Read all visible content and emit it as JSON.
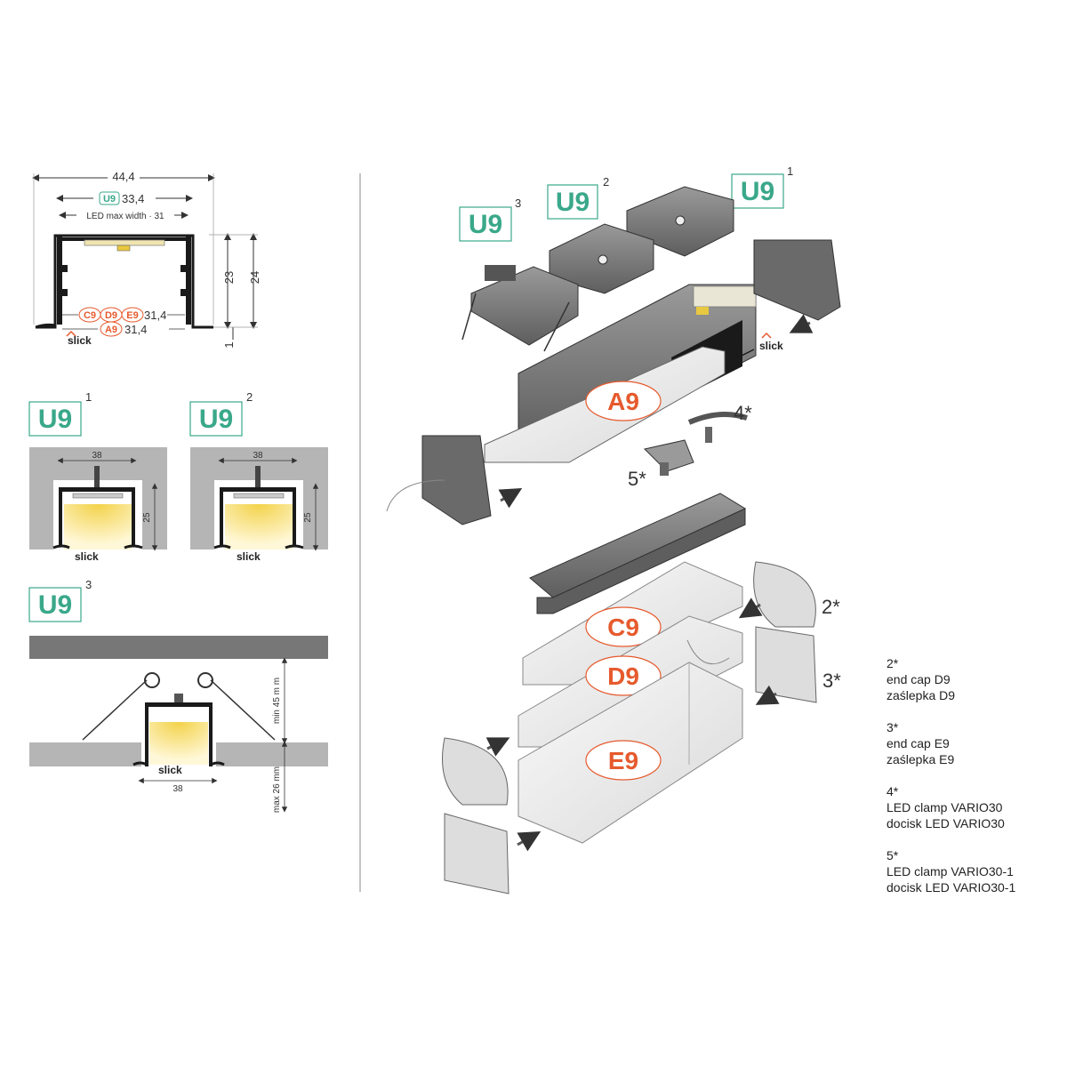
{
  "top_diagram": {
    "dim_width_outer": "44,4",
    "dim_width_inner_badge": "U9",
    "dim_width_inner": "33,4",
    "dim_led_max": "LED max width · 31",
    "dim_height_23": "23",
    "dim_height_24": "24",
    "dim_height_1": "1",
    "diffuser_badges": [
      "C9",
      "D9",
      "E9"
    ],
    "diffuser_width": "31,4",
    "a9_badge": "A9",
    "a9_width": "31,4",
    "slick_label": "slick"
  },
  "variant1": {
    "badge": "U9",
    "sup": "1",
    "width": "38",
    "height": "25",
    "slick": "slick"
  },
  "variant2": {
    "badge": "U9",
    "sup": "2",
    "width": "38",
    "height": "25",
    "slick": "slick"
  },
  "variant3": {
    "badge": "U9",
    "sup": "3",
    "width": "38",
    "depth_min": "min 45 m m",
    "depth_max": "max 26 mm",
    "slick": "slick"
  },
  "exploded": {
    "cap3_badge": "U9",
    "cap3_sup": "3",
    "cap2_badge": "U9",
    "cap2_sup": "2",
    "cap1_badge": "U9",
    "cap1_sup": "1",
    "a9": "A9",
    "c9": "C9",
    "d9": "D9",
    "e9": "E9",
    "part4": "4*",
    "part5": "5*",
    "part2": "2*",
    "part3": "3*",
    "slick": "slick"
  },
  "notes": [
    {
      "num": "2*",
      "en": "end cap D9",
      "pl": "zaślepka D9"
    },
    {
      "num": "3*",
      "en": "end cap E9",
      "pl": "zaślepka E9"
    },
    {
      "num": "4*",
      "en": "LED clamp VARIO30",
      "pl": "docisk LED VARIO30"
    },
    {
      "num": "5*",
      "en": "LED clamp VARIO30-1",
      "pl": "docisk LED VARIO30-1"
    }
  ],
  "colors": {
    "green": "#3aa88a",
    "orange": "#e65a2d",
    "profile": "#1a1a1a",
    "wall": "#b5b5b5",
    "led": "#f5e27a"
  }
}
